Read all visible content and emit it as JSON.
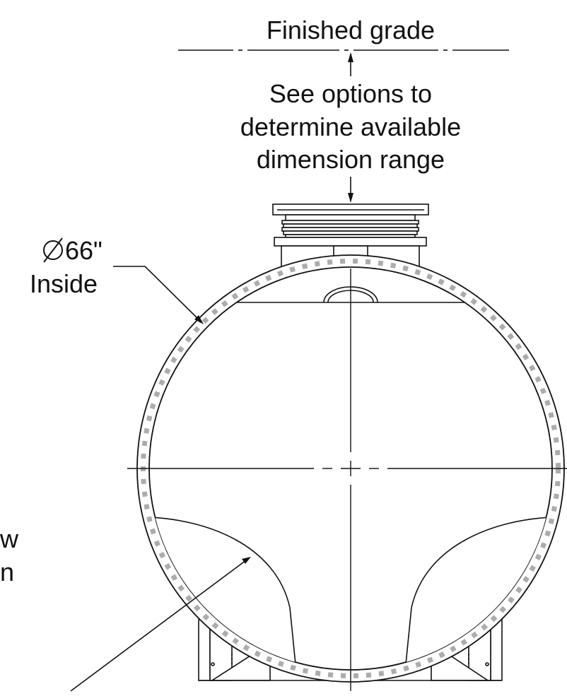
{
  "labels": {
    "finished_grade": "Finished grade",
    "options_line1": "See options to",
    "options_line2": "determine available",
    "options_line3": "dimension range",
    "diameter_value": "66\"",
    "diameter_note": "Inside",
    "cutoff_line1": "w",
    "cutoff_line2": "n"
  },
  "icons": {
    "diameter_symbol": "diameter-icon"
  },
  "colors": {
    "line": "#111111",
    "background": "#ffffff"
  }
}
